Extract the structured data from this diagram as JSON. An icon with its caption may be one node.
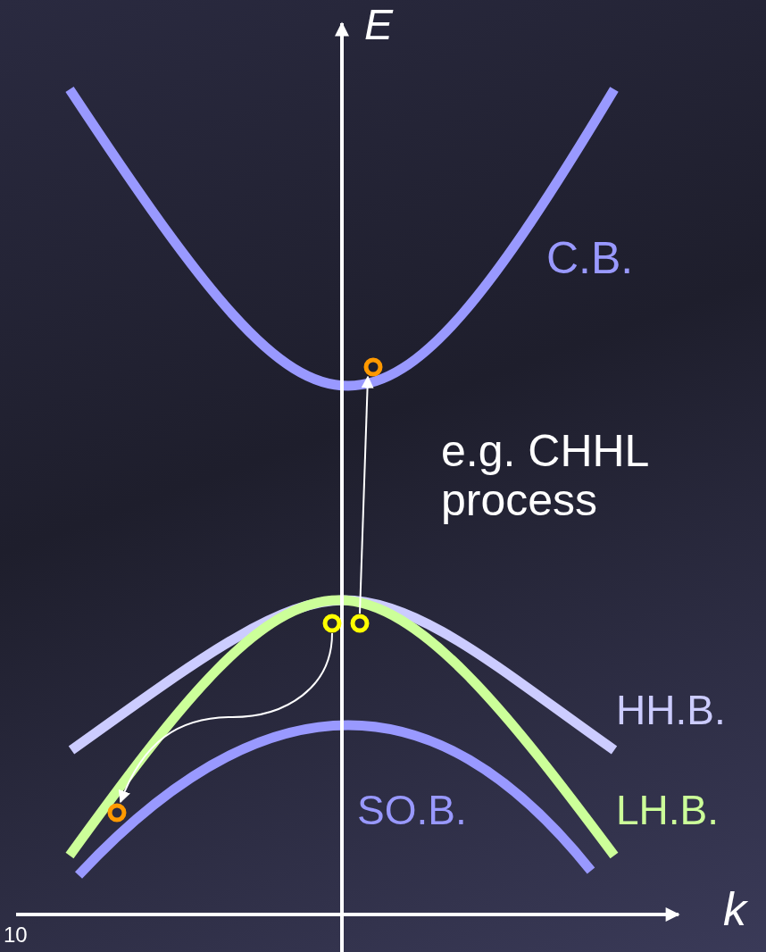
{
  "diagram": {
    "nodes": [
      {
        "text": [],
        "shape": "circle"
      },
      {
        "text": [],
        "shape": "circle"
      },
      {
        "text": [],
        "shape": "circle"
      },
      {
        "text": [],
        "shape": "circle"
      }
    ],
    "edges": [
      {
        "from": 1,
        "to": 2,
        "arrow": "to"
      },
      {
        "from": 0,
        "to": 3,
        "arrow": "to"
      }
    ],
    "labels": [
      "E",
      "C.B.",
      "e.g. CHHL process",
      "HH.B.",
      "SO.B.",
      "LH.B.",
      "k",
      "10"
    ]
  }
}
